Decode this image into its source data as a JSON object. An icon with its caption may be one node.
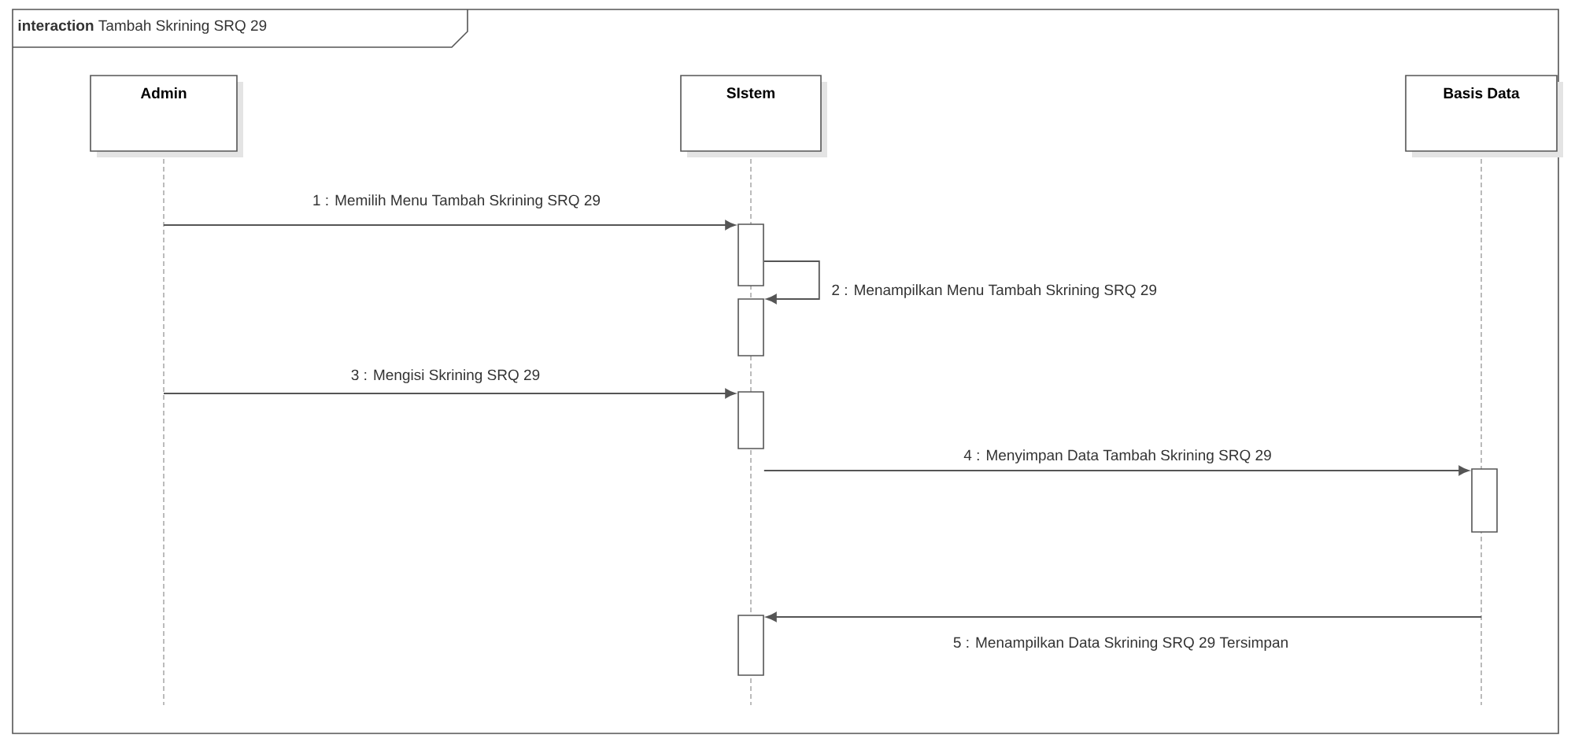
{
  "diagram": {
    "nodes": [
      {
        "text": [
          "**interaction** Tambah Skrining SRQ 29"
        ]
      },
      {
        "text": [
          "Admin"
        ],
        "in": 0
      },
      {
        "text": [
          "SIstem"
        ],
        "in": 0
      },
      {
        "text": [
          "Basis Data"
        ],
        "in": 0
      },
      {
        "text": [],
        "shape": "bar",
        "in": 2
      },
      {
        "text": [],
        "shape": "bar",
        "in": 2
      },
      {
        "text": [],
        "shape": "bar",
        "in": 2
      },
      {
        "text": [],
        "shape": "bar",
        "in": 3
      },
      {
        "text": [],
        "shape": "bar",
        "in": 2
      }
    ],
    "edges": [
      {
        "from": 1,
        "to": 4,
        "arrow": "to",
        "label": "1 : Memilih Menu Tambah Skrining SRQ 29"
      },
      {
        "from": 4,
        "to": 5,
        "arrow": "to",
        "label": "2 : Menampilkan Menu Tambah Skrining SRQ 29"
      },
      {
        "from": 1,
        "to": 6,
        "arrow": "to",
        "label": "3 : Mengisi Skrining SRQ 29"
      },
      {
        "from": 6,
        "to": 7,
        "arrow": "to",
        "label": "4 : Menyimpan Data Tambah Skrining SRQ 29"
      },
      {
        "from": 3,
        "to": 8,
        "arrow": "to",
        "label": "5 : Menampilkan Data Skrining SRQ 29 Tersimpan"
      }
    ]
  }
}
